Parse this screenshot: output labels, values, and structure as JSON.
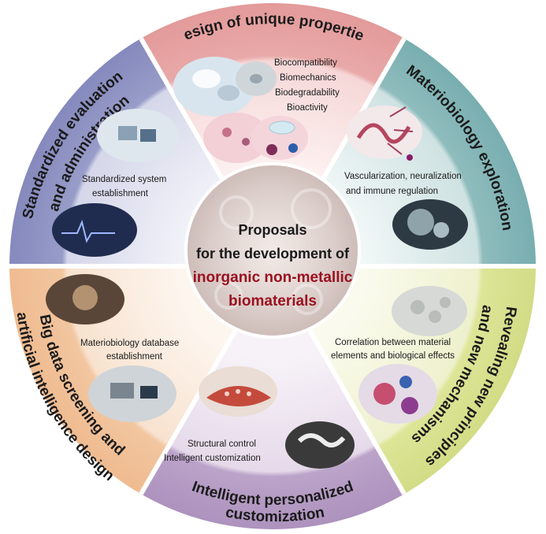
{
  "center": {
    "line1": "Proposals",
    "line2": "for the development of",
    "line3": "inorganic non-metallic",
    "line4": "biomaterials"
  },
  "sections": {
    "design": {
      "title": "Design of unique properties",
      "items": [
        "Biocompatibility",
        "Biomechanics",
        "Biodegradability",
        "Bioactivity"
      ],
      "color": "#e8a3a3"
    },
    "materiobiology": {
      "title": "Materiobiology exploration",
      "items": [
        "Vascularization, neuralization",
        "and immune regulation"
      ],
      "color": "#7fb3b5"
    },
    "revealing": {
      "title_line1": "Revealing new principles",
      "title_line2": "and new mechanisms",
      "items": [
        "Correlation between material",
        "elements and biological effects"
      ],
      "color": "#d6e08f"
    },
    "personalized": {
      "title_line1": "Intelligent personalized",
      "title_line2": "customization",
      "items": [
        "Structural control",
        "Intelligent customization"
      ],
      "color": "#b49ac2"
    },
    "bigdata": {
      "title_line1": "Big data screening and",
      "title_line2": "artificial intelligence design",
      "items": [
        "Materiobiology database",
        "establishment"
      ],
      "color": "#f1c19a"
    },
    "standardized": {
      "title_line1": "Standardized evaluation",
      "title_line2": "and administration",
      "items": [
        "Standardized system",
        "establishment"
      ],
      "color": "#8e93c2"
    }
  }
}
